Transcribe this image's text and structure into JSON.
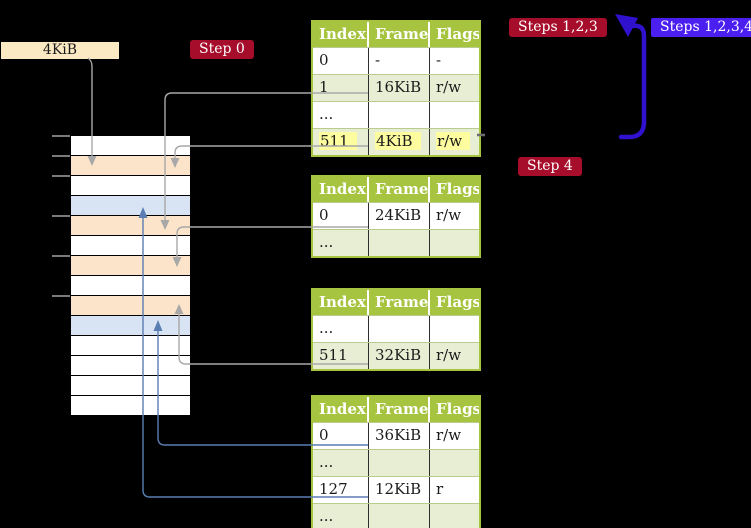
{
  "diagram": {
    "frame_size_label": "4KiB",
    "step_badges": {
      "step0": "Step 0",
      "steps123": "Steps 1,2,3",
      "steps1234": "Steps 1,2,3,4",
      "step4": "Step 4"
    },
    "memory_column": {
      "row_colors": [
        "white",
        "orange",
        "white",
        "blue",
        "orange",
        "white",
        "orange",
        "white",
        "orange",
        "blue",
        "white",
        "white",
        "white",
        "white"
      ]
    },
    "tables": [
      {
        "id": "page-table-1",
        "headers": [
          "Index",
          "Frame",
          "Flags"
        ],
        "rows": [
          {
            "cells": [
              "0",
              "-",
              "-"
            ]
          },
          {
            "cells": [
              "1",
              "16KiB",
              "r/w"
            ]
          },
          {
            "cells": [
              "...",
              "",
              ""
            ]
          },
          {
            "cells": [
              "511",
              "4KiB",
              "r/w"
            ],
            "highlighted": true
          }
        ]
      },
      {
        "id": "page-table-2",
        "headers": [
          "Index",
          "Frame",
          "Flags"
        ],
        "rows": [
          {
            "cells": [
              "0",
              "24KiB",
              "r/w"
            ]
          },
          {
            "cells": [
              "...",
              "",
              ""
            ]
          }
        ]
      },
      {
        "id": "page-table-3",
        "headers": [
          "Index",
          "Frame",
          "Flags"
        ],
        "rows": [
          {
            "cells": [
              "...",
              "",
              ""
            ]
          },
          {
            "cells": [
              "511",
              "32KiB",
              "r/w"
            ]
          }
        ]
      },
      {
        "id": "page-table-4",
        "headers": [
          "Index",
          "Frame",
          "Flags"
        ],
        "rows": [
          {
            "cells": [
              "0",
              "36KiB",
              "r/w"
            ]
          },
          {
            "cells": [
              "...",
              "",
              ""
            ]
          },
          {
            "cells": [
              "127",
              "12KiB",
              "r"
            ]
          },
          {
            "cells": [
              "...",
              "",
              ""
            ]
          }
        ]
      }
    ],
    "colors": {
      "badge_red": "#a60d2a",
      "badge_blue": "#4a1ff0",
      "big_arrow_indigo": "#2f11ce",
      "table_header_green": "#a6c43f",
      "table_row_green": "#e8eed4",
      "highlight_yellow": "#fdfd9f",
      "memory_frame_orange": "#fbe4ca",
      "memory_frame_blue": "#d8e4f4",
      "size_label_cream": "#fbe9c3",
      "connector_gray": "#a8a8a8",
      "connector_steelblue": "#5a7db3"
    }
  }
}
